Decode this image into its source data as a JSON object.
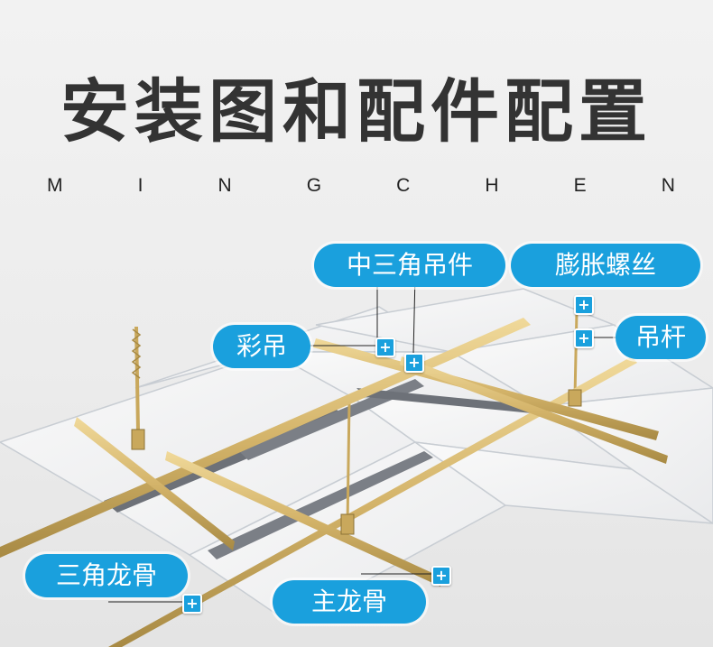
{
  "header": {
    "title": "安装图和配件配置",
    "subtitle_letters": [
      "M",
      "I",
      "N",
      "G",
      "C",
      "H",
      "E",
      "N"
    ]
  },
  "labels": {
    "triangle_hanger": "中三角吊件",
    "expansion_screw": "膨胀螺丝",
    "color_hanger": "彩吊",
    "hanging_rod": "吊杆",
    "triangle_keel": "三角龙骨",
    "main_keel": "主龙骨"
  },
  "marker_symbol": "+",
  "colors": {
    "accent": "#1aa0dd",
    "title": "#333333",
    "keel_gold": "#d4b46a",
    "panel_edge": "#c8cdd3",
    "panel_gap": "#6d7178"
  },
  "icons": [
    "plus-marker-icon"
  ]
}
